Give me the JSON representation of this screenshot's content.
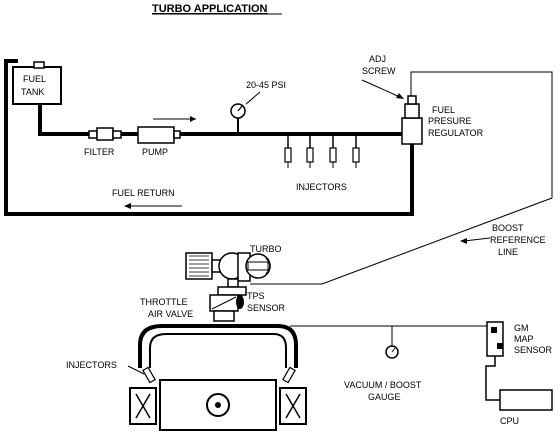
{
  "diagram": {
    "title": "TURBO APPLICATION",
    "labels": {
      "fuel_tank_1": "FUEL",
      "fuel_tank_2": "TANK",
      "filter": "FILTER",
      "pump": "PUMP",
      "psi": "20-45 PSI",
      "adj_1": "ADJ",
      "adj_2": "SCREW",
      "reg_1": "FUEL",
      "reg_2": "PRESURE",
      "reg_3": "REGULATOR",
      "injectors_top": "INJECTORS",
      "fuel_return": "FUEL RETURN",
      "boost_1": "BOOST",
      "boost_2": "REFERENCE",
      "boost_3": "LINE",
      "turbo": "TURBO",
      "throttle_1": "THROTTLE",
      "throttle_2": "AIR VALVE",
      "tps_1": "TPS",
      "tps_2": "SENSOR",
      "injectors_bottom": "INJECTORS",
      "map_1": "GM",
      "map_2": "MAP",
      "map_3": "SENSOR",
      "gauge_1": "VACUUM / BOOST",
      "gauge_2": "GAUGE",
      "cpu": "CPU"
    }
  }
}
